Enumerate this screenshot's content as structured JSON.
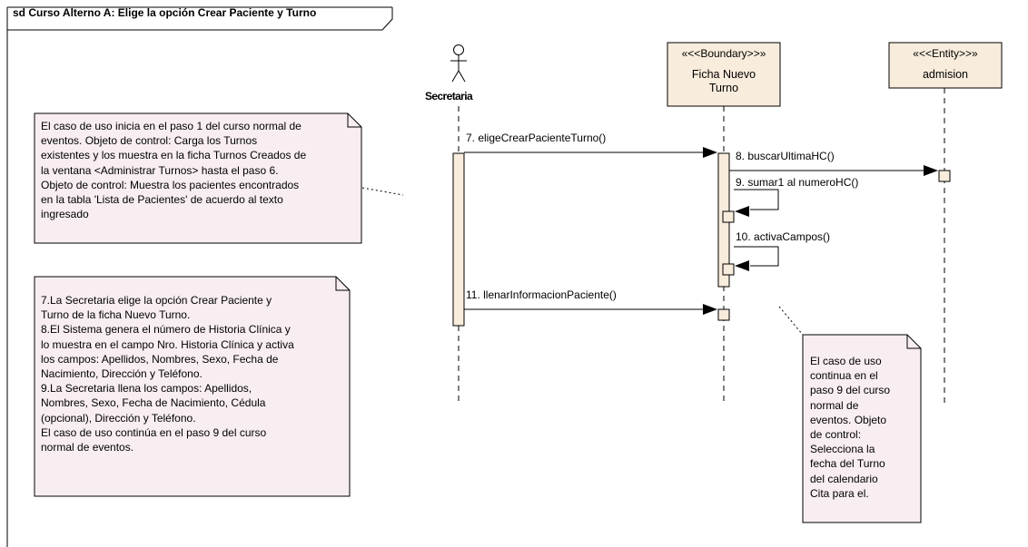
{
  "frame": {
    "title": "sd Curso Alterno A: Elige la opción Crear Paciente y Turno"
  },
  "actor": {
    "name": "Secretaria"
  },
  "lifelines": {
    "boundary": {
      "stereotype": "«<<Boundary>>»",
      "name": "Ficha Nuevo\nTurno"
    },
    "entity": {
      "stereotype": "«<<Entity>>»",
      "name": "admision"
    }
  },
  "messages": [
    {
      "label": "7. eligeCrearPacienteTurno()"
    },
    {
      "label": "8. buscarUltimaHC()"
    },
    {
      "label": "9. sumar1 al numeroHC()"
    },
    {
      "label": "10. activaCampos()"
    },
    {
      "label": "11. llenarInformacionPaciente()"
    }
  ],
  "notes": {
    "note1": "El caso de uso inicia en el paso 1 del curso normal de\neventos. Objeto de control: Carga los Turnos\nexistentes y los muestra en la ficha Turnos Creados de\nla ventana <Administrar Turnos> hasta el paso 6.\nObjeto de control: Muestra los pacientes encontrados\nen la tabla 'Lista de Pacientes' de acuerdo al texto\ningresado",
    "note2": "7.La Secretaria elige la opción Crear Paciente y\nTurno  de la ficha Nuevo Turno.\n8.El Sistema genera el número de Historia Clínica y\nlo muestra en el campo Nro. Historia Clínica y activa\nlos campos: Apellidos, Nombres, Sexo, Fecha de\nNacimiento, Dirección y Teléfono.\n9.La Secretaria llena los campos: Apellidos,\nNombres, Sexo, Fecha de Nacimiento, Cédula\n(opcional), Dirección y Teléfono.\nEl caso de uso continúa en el paso 9 del curso\nnormal de eventos.",
    "note3": "El caso de uso\ncontinua en el\npaso 9 del curso\nnormal de\neventos. Objeto\nde control:\nSelecciona la\nfecha del Turno\ndel calendario\nCita para el."
  },
  "colors": {
    "note_fill": "#f8eef2",
    "activation_fill": "#f8ecdc",
    "stroke": "#000000"
  }
}
